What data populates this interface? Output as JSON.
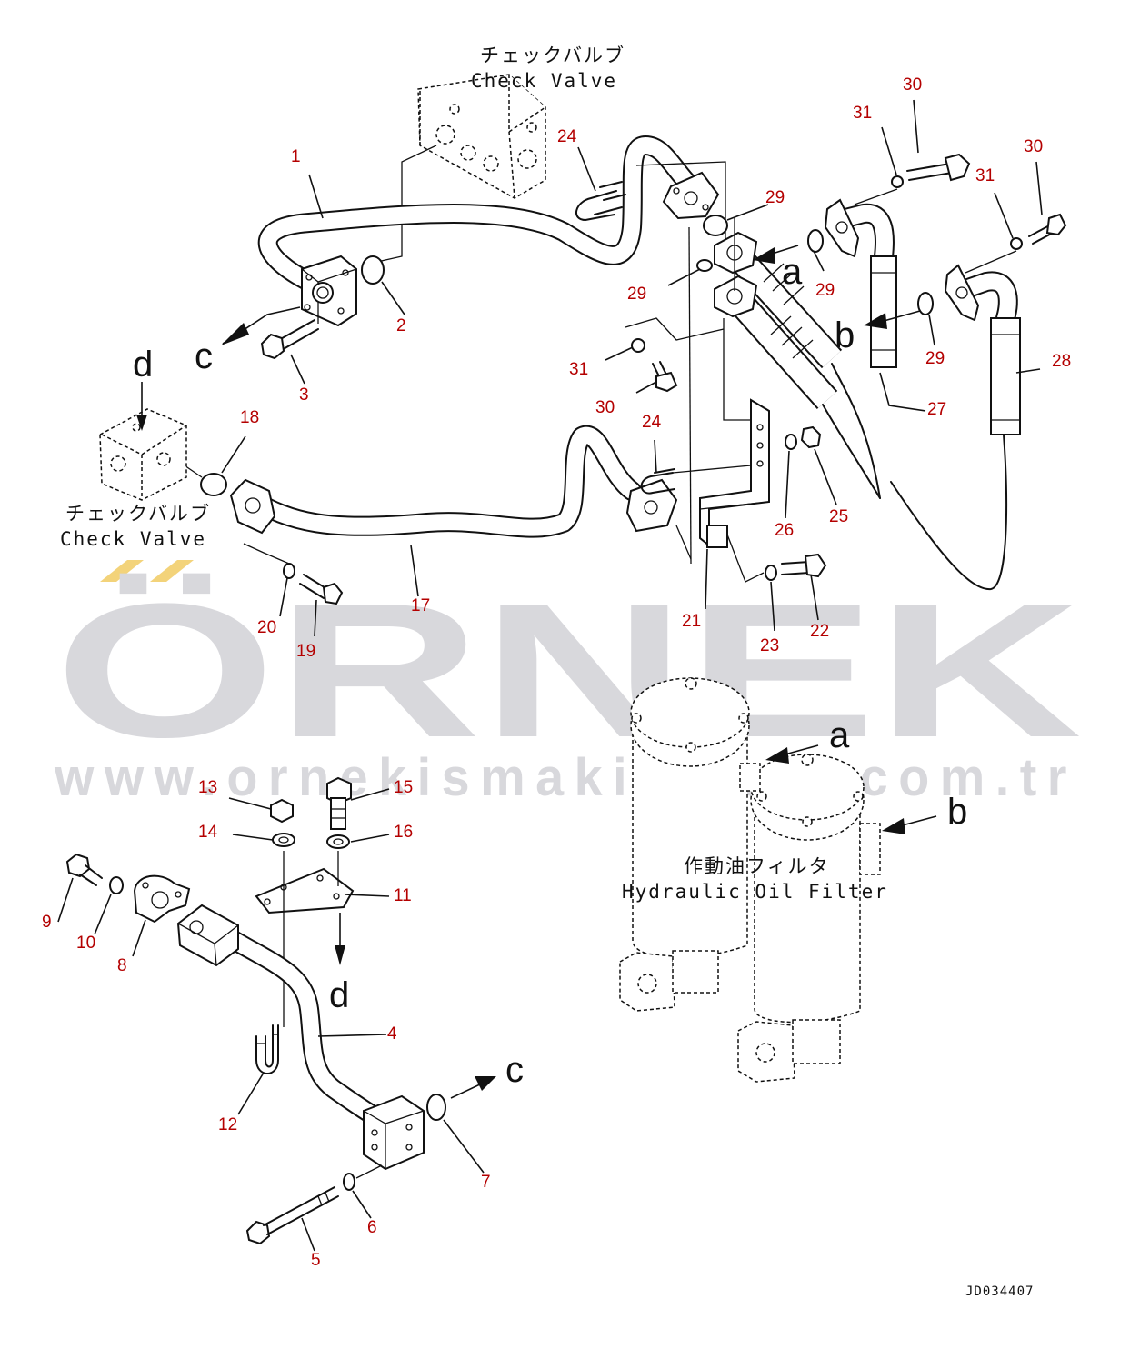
{
  "watermark": {
    "brand": "ÖRNEK",
    "website": "www.ornekismakinalari.com.tr",
    "color": "#d8d8dc",
    "accent": "#f3d37a"
  },
  "labels": {
    "check_valve_top_jp": "チェックバルブ",
    "check_valve_top_en": "Check Valve",
    "check_valve_left_jp": "チェックバルブ",
    "check_valve_left_en": "Check Valve",
    "filter_jp": "作動油フィルタ",
    "filter_en": "Hydraulic Oil Filter"
  },
  "drawing_code": "JD034407",
  "connection_letters": {
    "c_top": "c",
    "c_bottom": "c",
    "d_top": "d",
    "d_bottom": "d",
    "a_top": "a",
    "a_filter": "a",
    "b_top": "b",
    "b_filter": "b"
  },
  "callout_color": "#b40000",
  "callouts": [
    "1",
    "2",
    "3",
    "4",
    "5",
    "6",
    "7",
    "8",
    "9",
    "10",
    "11",
    "12",
    "13",
    "14",
    "15",
    "16",
    "17",
    "18",
    "19",
    "20",
    "21",
    "22",
    "23",
    "24",
    "24",
    "25",
    "26",
    "27",
    "28",
    "29",
    "29",
    "29",
    "29",
    "30",
    "30",
    "30",
    "31",
    "31",
    "31"
  ]
}
